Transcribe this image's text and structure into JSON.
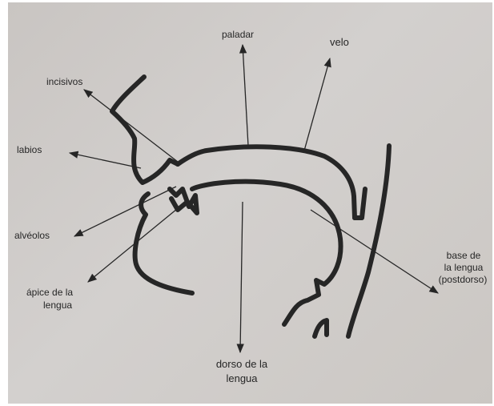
{
  "diagram": {
    "labels": {
      "paladar": "paladar",
      "velo": "velo",
      "incisivos": "incisivos",
      "labios": "labios",
      "alveolos": "alvéolos",
      "apice_line1": "ápice de la",
      "apice_line2": "lengua",
      "base_line1": "base de",
      "base_line2": "la lengua",
      "base_line3": "(postdorso)",
      "dorso_line1": "dorso de la",
      "dorso_line2": "lengua"
    },
    "colors": {
      "ink": "#262626",
      "paper": "#cdc9c6"
    }
  }
}
